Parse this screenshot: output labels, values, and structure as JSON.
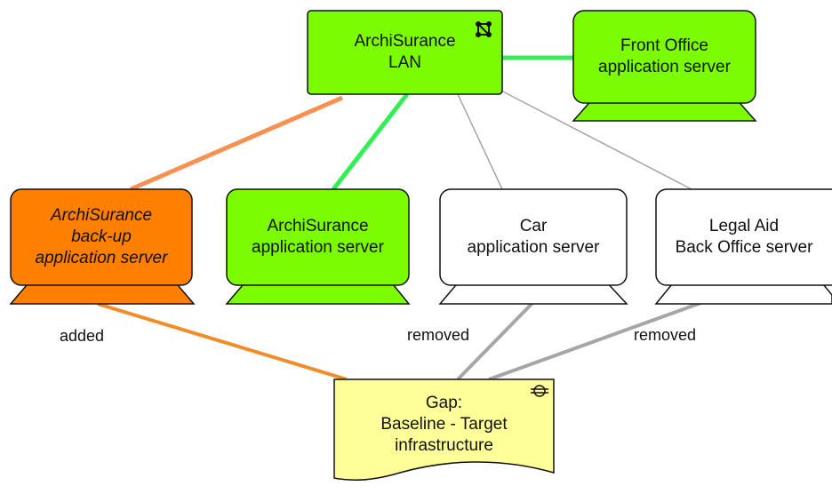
{
  "colors": {
    "node_green": "#7cfc00",
    "node_orange": "#ff7f00",
    "node_white": "#ffffff",
    "node_yellow": "#ffff99",
    "edge_green": "#33ee55",
    "edge_orange_light": "#f79050",
    "edge_orange": "#f28c28",
    "edge_gray": "#a6a6a6",
    "stroke": "#111111"
  },
  "nodes": {
    "lan": {
      "lines": [
        "ArchiSurance",
        "LAN"
      ],
      "icon": "network-icon"
    },
    "front_office": {
      "lines": [
        "Front Office",
        "application server"
      ],
      "icon": "device-icon"
    },
    "backup": {
      "lines": [
        "ArchiSurance",
        "back-up",
        "application server"
      ],
      "icon": "device-icon"
    },
    "archisurance_app": {
      "lines": [
        "ArchiSurance",
        "application server"
      ],
      "icon": "device-icon"
    },
    "car": {
      "lines": [
        "Car",
        "application server"
      ],
      "icon": "device-icon"
    },
    "legal_aid": {
      "lines": [
        "Legal Aid",
        "Back Office server"
      ],
      "icon": "device-icon"
    },
    "gap": {
      "lines": [
        "Gap:",
        "Baseline - Target",
        "infrastructure"
      ],
      "icon": "gap-icon"
    }
  },
  "edge_labels": {
    "added": "added",
    "removed_car": "removed",
    "removed_legal": "removed"
  }
}
